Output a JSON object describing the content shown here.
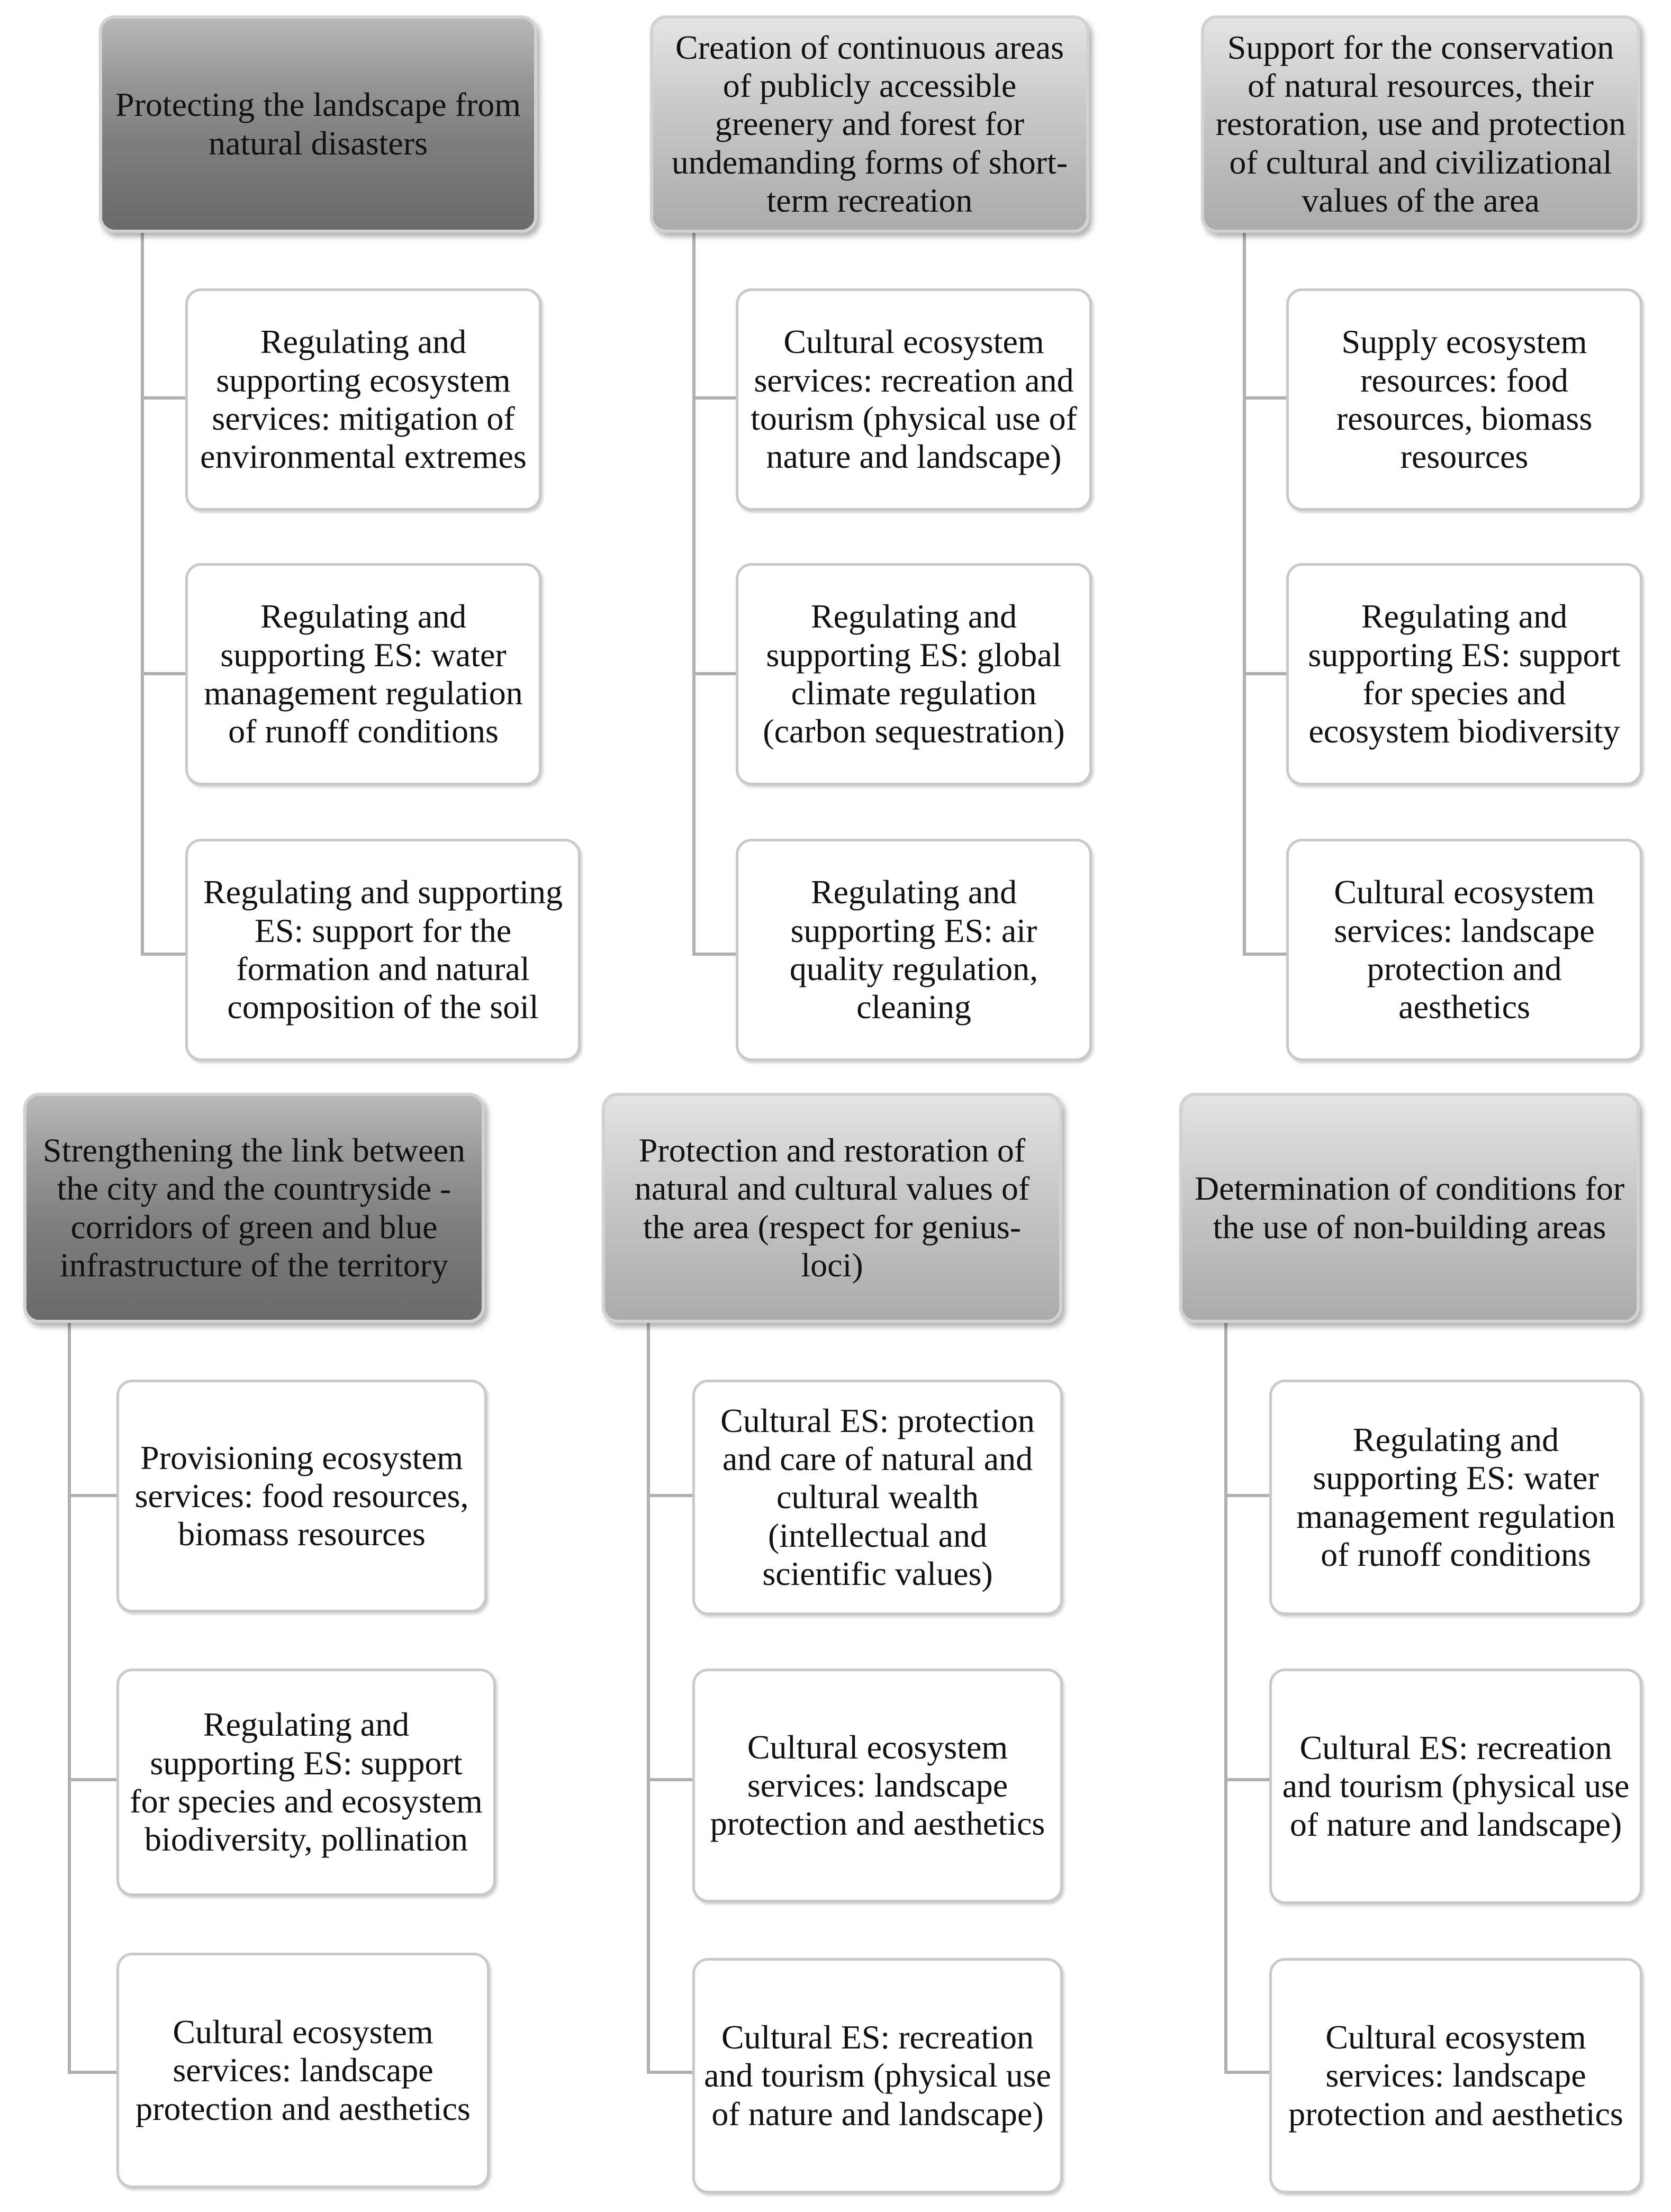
{
  "groups": [
    {
      "title": "Protecting the landscape from natural disasters",
      "items": [
        "Regulating and supporting ecosystem services: mitigation of environmental extremes",
        "Regulating and supporting ES: water management regulation of runoff conditions",
        "Regulating and supporting ES:  support for the formation and natural composition of the soil"
      ]
    },
    {
      "title": "Creation of continuous areas of publicly accessible greenery and forest for undemanding forms of short-term recreation",
      "items": [
        "Cultural ecosystem services: recreation and tourism (physical use of nature and landscape)",
        "Regulating and supporting ES: global climate regulation (carbon sequestration)",
        "Regulating and supporting ES:  air quality regulation, cleaning"
      ]
    },
    {
      "title": "Support for the conservation of natural resources, their restoration, use and protection of cultural and civilizational values of the area",
      "items": [
        "Supply ecosystem resources: food resources, biomass resources",
        "Regulating and supporting ES: support for species and ecosystem biodiversity",
        "Cultural ecosystem services: landscape protection and aesthetics"
      ]
    },
    {
      "title": "Strengthening the link between the city and the countryside - corridors of green and blue infrastructure of the territory",
      "items": [
        "Provisioning ecosystem services: food resources, biomass resources",
        "Regulating and supporting ES: support for species and ecosystem biodiversity, pollination",
        "Cultural ecosystem services: landscape protection and aesthetics"
      ]
    },
    {
      "title": "Protection and restoration of natural and cultural values of the area (respect for genius-loci)",
      "items": [
        "Cultural ES: protection and care of natural and cultural wealth (intellectual and scientific values)",
        "Cultural ecosystem services: landscape protection and aesthetics",
        "Cultural ES: recreation and tourism (physical use of nature and landscape)"
      ]
    },
    {
      "title": "Determination of conditions for the use of non-building areas",
      "items": [
        "Regulating and supporting ES: water management regulation of runoff conditions",
        "Cultural ES: recreation and tourism (physical use of nature and landscape)",
        "Cultural ecosystem services: landscape protection and aesthetics"
      ]
    }
  ]
}
